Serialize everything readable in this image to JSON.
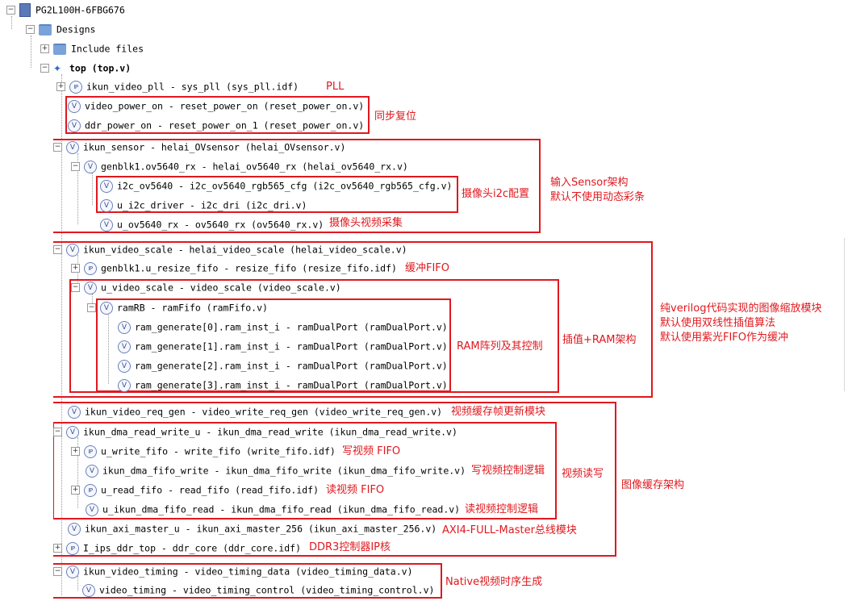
{
  "tree": {
    "device": "PG2L100H-6FBG676",
    "designs": "Designs",
    "include_files": "Include files",
    "top": "top (top.v)",
    "nodes": [
      {
        "type": "ip",
        "label": "ikun_video_pll - sys_pll (sys_pll.idf)"
      },
      {
        "type": "v",
        "label": "video_power_on - reset_power_on (reset_power_on.v)"
      },
      {
        "type": "v",
        "label": "ddr_power_on - reset_power_on_1 (reset_power_on.v)"
      },
      {
        "type": "v",
        "label": "ikun_sensor - helai_OVsensor (helai_OVsensor.v)"
      },
      {
        "type": "v",
        "label": "genblk1.ov5640_rx - helai_ov5640_rx (helai_ov5640_rx.v)"
      },
      {
        "type": "v",
        "label": "i2c_ov5640 - i2c_ov5640_rgb565_cfg (i2c_ov5640_rgb565_cfg.v)"
      },
      {
        "type": "v",
        "label": "u_i2c_driver - i2c_dri (i2c_dri.v)"
      },
      {
        "type": "v",
        "label": "u_ov5640_rx - ov5640_rx (ov5640_rx.v)"
      },
      {
        "type": "v",
        "label": "ikun_video_scale - helai_video_scale (helai_video_scale.v)"
      },
      {
        "type": "ip",
        "label": "genblk1.u_resize_fifo - resize_fifo (resize_fifo.idf)"
      },
      {
        "type": "v",
        "label": "u_video_scale - video_scale (video_scale.v)"
      },
      {
        "type": "v",
        "label": "ramRB - ramFifo (ramFifo.v)"
      },
      {
        "type": "v",
        "label": "ram_generate[0].ram_inst_i - ramDualPort (ramDualPort.v)"
      },
      {
        "type": "v",
        "label": "ram_generate[1].ram_inst_i - ramDualPort (ramDualPort.v)"
      },
      {
        "type": "v",
        "label": "ram_generate[2].ram_inst_i - ramDualPort (ramDualPort.v)"
      },
      {
        "type": "v",
        "label": "ram_generate[3].ram_inst_i - ramDualPort (ramDualPort.v)"
      },
      {
        "type": "v",
        "label": "ikun_video_req_gen - video_write_req_gen (video_write_req_gen.v)"
      },
      {
        "type": "v",
        "label": "ikun_dma_read_write_u - ikun_dma_read_write (ikun_dma_read_write.v)"
      },
      {
        "type": "ip",
        "label": "u_write_fifo - write_fifo (write_fifo.idf)"
      },
      {
        "type": "v",
        "label": "ikun_dma_fifo_write - ikun_dma_fifo_write (ikun_dma_fifo_write.v)"
      },
      {
        "type": "ip",
        "label": "u_read_fifo - read_fifo (read_fifo.idf)"
      },
      {
        "type": "v",
        "label": "u_ikun_dma_fifo_read - ikun_dma_fifo_read (ikun_dma_fifo_read.v)"
      },
      {
        "type": "v",
        "label": "ikun_axi_master_u - ikun_axi_master_256 (ikun_axi_master_256.v)"
      },
      {
        "type": "ip",
        "label": "I_ips_ddr_top - ddr_core (ddr_core.idf)"
      },
      {
        "type": "v",
        "label": "ikun_video_timing - video_timing_data (video_timing_data.v)"
      },
      {
        "type": "v",
        "label": "video_timing - video_timing_control (video_timing_control.v)"
      }
    ]
  },
  "icons": {
    "expand": "+",
    "collapse": "−",
    "verilog": "V",
    "ip": "IP"
  },
  "annotations": {
    "pll": "PLL",
    "reset": "同步复位",
    "sensor_1": "输入Sensor架构",
    "sensor_2": "默认不使用动态彩条",
    "cam_cfg": "摄像头i2c配置",
    "cam_cap": "摄像头视频采集",
    "fifo": "缓冲FIFO",
    "ram": "RAM阵列及其控制",
    "interp": "插值+RAM架构",
    "scale_1": "纯verilog代码实现的图像缩放模块",
    "scale_2": "默认使用双线性插值算法",
    "scale_3": "默认使用紫光FIFO作为缓冲",
    "req_gen": "视频缓存帧更新模块",
    "wfifo": "写视频 FIFO",
    "wlogic": "写视频控制逻辑",
    "rw": "视频读写",
    "rfifo": "读视频 FIFO",
    "rlogic": "读视频控制逻辑",
    "cache": "图像缓存架构",
    "axi": "AXI4-FULL-Master总线模块",
    "ddr": "DDR3控制器IP核",
    "timing": "Native视频时序生成"
  },
  "colors": {
    "annotation": "#e0181e",
    "tree_line": "#9a9a9a",
    "icon": "#3a4f8f"
  }
}
